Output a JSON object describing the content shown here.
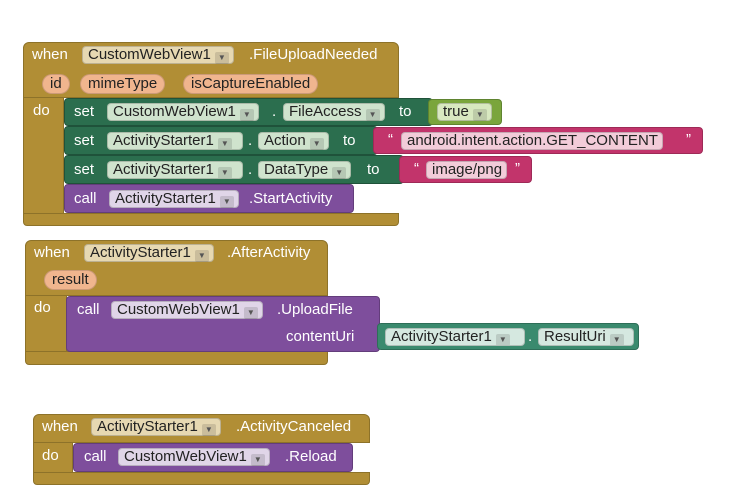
{
  "blocks": {
    "upload_needed": {
      "when": "when",
      "component": "CustomWebView1",
      "event": ".FileUploadNeeded",
      "params": [
        "id",
        "mimeType",
        "isCaptureEnabled"
      ],
      "do": "do",
      "stmt1": {
        "kw": "set",
        "component": "CustomWebView1",
        "dot": ".",
        "prop": "FileAccess",
        "to": "to",
        "value": "true"
      },
      "stmt2": {
        "kw": "set",
        "component": "ActivityStarter1",
        "dot": ".",
        "prop": "Action",
        "to": "to",
        "open_quote": "“",
        "value": "android.intent.action.GET_CONTENT",
        "close_quote": "”"
      },
      "stmt3": {
        "kw": "set",
        "component": "ActivityStarter1",
        "dot": ".",
        "prop": "DataType",
        "to": "to",
        "open_quote": "“",
        "value": "image/png",
        "close_quote": "”"
      },
      "stmt4": {
        "kw": "call",
        "component": "ActivityStarter1",
        "method": ".StartActivity"
      }
    },
    "after_activity": {
      "when": "when",
      "component": "ActivityStarter1",
      "event": ".AfterActivity",
      "param": "result",
      "do": "do",
      "call": {
        "kw": "call",
        "component": "CustomWebView1",
        "method": ".UploadFile",
        "arg_label": "contentUri",
        "arg_component": "ActivityStarter1",
        "arg_dot": ".",
        "arg_prop": "ResultUri"
      }
    },
    "activity_canceled": {
      "when": "when",
      "component": "ActivityStarter1",
      "event": ".ActivityCanceled",
      "do": "do",
      "call": {
        "kw": "call",
        "component": "CustomWebView1",
        "method": ".Reload"
      }
    }
  },
  "colors": {
    "event": "#b18e35",
    "setter": "#2b6e4e",
    "call": "#7e4e9c",
    "logic": "#7aa53c",
    "text": "#c2346b",
    "getter": "#3a8a6e"
  }
}
